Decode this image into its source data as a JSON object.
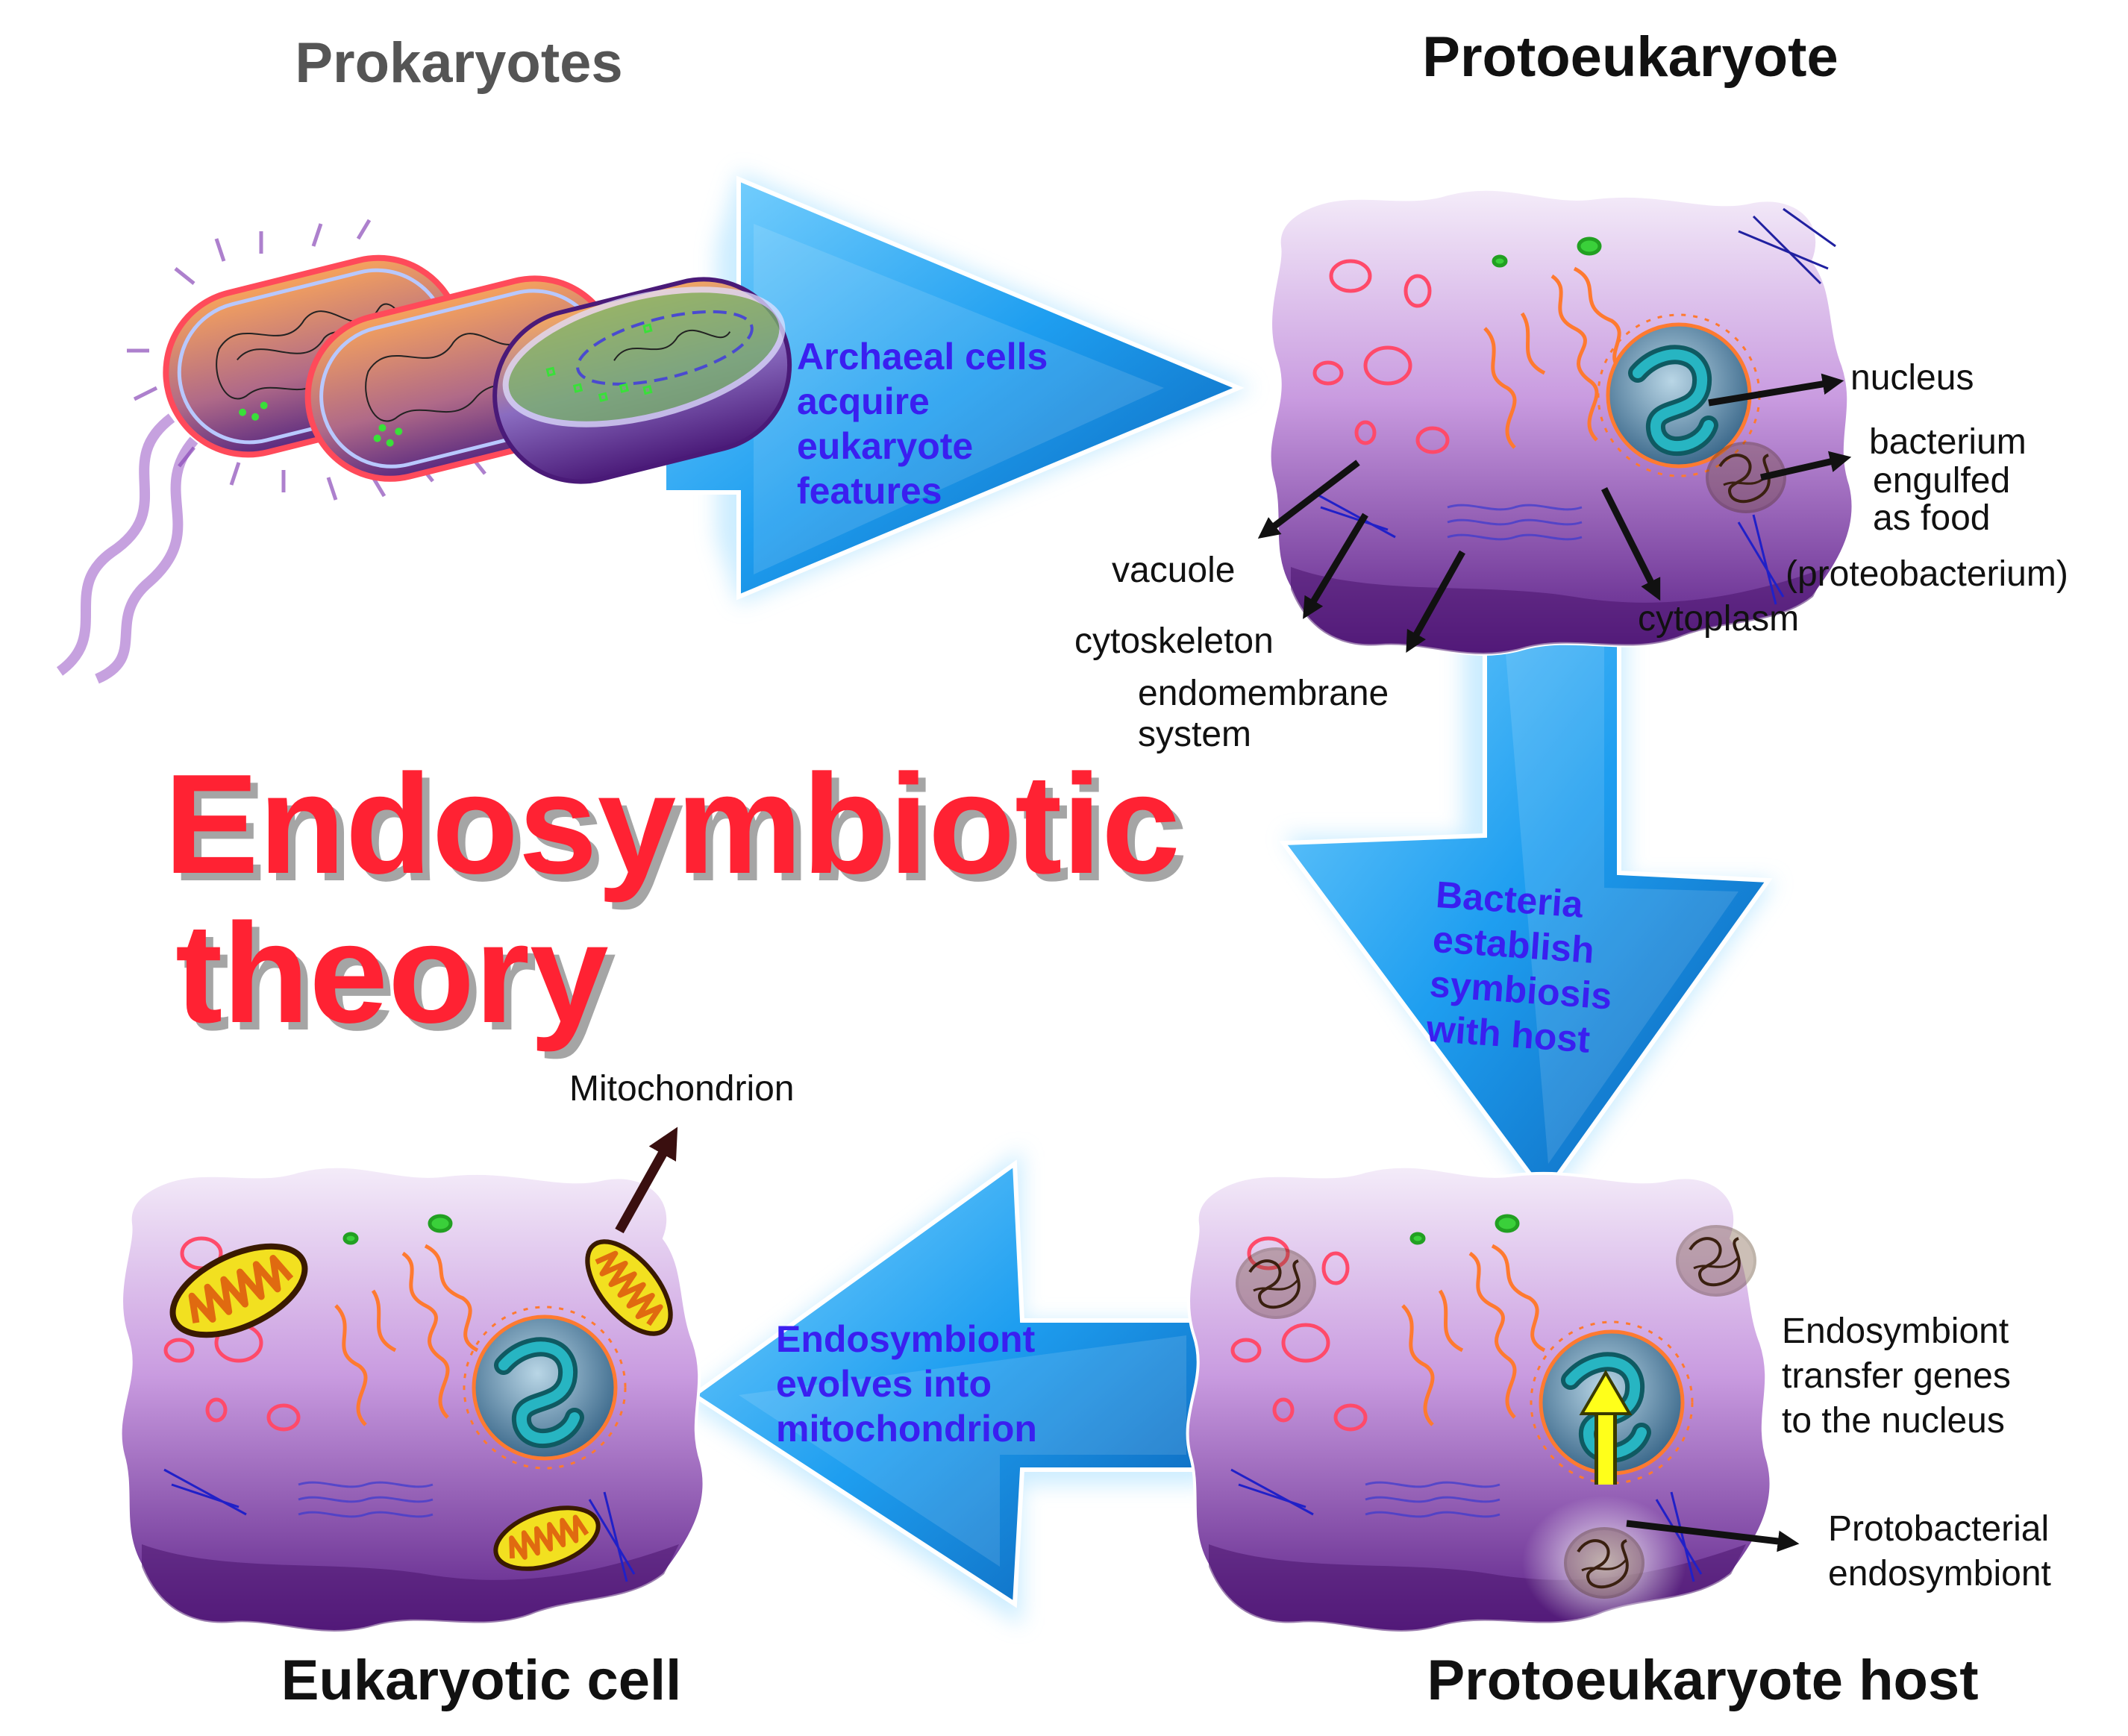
{
  "title": {
    "line1": "Endosymbiotic",
    "line2": "theory"
  },
  "stages": {
    "prokaryotes": "Prokaryotes",
    "protoeukaryote": "Protoeukaryote",
    "protoeukaryote_host": "Protoeukaryote host",
    "eukaryotic_cell": "Eukaryotic cell"
  },
  "steps": {
    "step1": [
      "Archaeal cells",
      "acquire",
      "eukaryote",
      "features"
    ],
    "step2": [
      "Bacteria",
      "establish",
      "symbiosis",
      "with host"
    ],
    "step3": [
      "Endosymbiont",
      "evolves into",
      "mitochondrion"
    ]
  },
  "labels": {
    "nucleus": "nucleus",
    "bacterium": [
      "bacterium",
      "engulfed",
      "as food",
      "(proteobacterium)"
    ],
    "vacuole": "vacuole",
    "cytoskeleton": "cytoskeleton",
    "endomembrane": [
      "endomembrane",
      "system"
    ],
    "cytoplasm": "cytoplasm",
    "gene_transfer": [
      "Endosymbiont",
      "transfer genes",
      "to the nucleus"
    ],
    "protobacterial": [
      "Protobacterial",
      "endosymbiont"
    ],
    "mitochondrion": "Mitochondrion"
  },
  "colors": {
    "title_red": "#ff2233",
    "heading_gray": "#555555",
    "heading_black": "#111111",
    "step_text": "#3a1ff0",
    "arrow_blue": "#1e9ef0",
    "cell_purple": "#8e4fb8",
    "organelle_red": "#ff5a5a",
    "er_orange": "#ff7a30",
    "nucleus_teal": "#1a8fa0",
    "mito_yellow": "#f2e020"
  }
}
